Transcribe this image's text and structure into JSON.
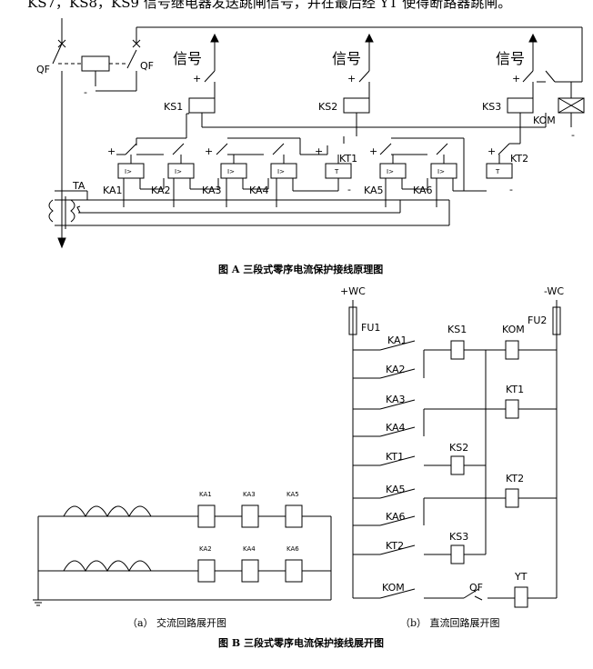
{
  "top_line_text": "KS7，KS8，KS9 信号继电器发送跳闸信号，并在最后经 YT 使得断路器跳闸。",
  "figA": {
    "caption": "图 A  三段式零序电流保护接线原理图",
    "labels": {
      "qf_left": "QF",
      "qf_right": "QF",
      "signal": "信号",
      "ks1": "KS1",
      "ks2": "KS2",
      "ks3": "KS3",
      "kom": "KOM",
      "kt1": "KT1",
      "kt2": "KT2",
      "ta": "TA",
      "ka1": "KA1",
      "ka2": "KA2",
      "ka3": "KA3",
      "ka4": "KA4",
      "ka5": "KA5",
      "ka6": "KA6",
      "relay_i": "I>",
      "relay_t": "T",
      "plus": "+",
      "minus": "-"
    }
  },
  "figB": {
    "caption": "图 B  三段式零序电流保护接线展开图",
    "sub_a": "（a） 交流回路展开图",
    "sub_b": "（b） 直流回路展开图",
    "ac": {
      "ka1": "KA1",
      "ka3": "KA3",
      "ka5": "KA5",
      "ka2": "KA2",
      "ka4": "KA4",
      "ka6": "KA6"
    },
    "dc": {
      "plus_wc": "+WC",
      "minus_wc": "-WC",
      "fu1": "FU1",
      "fu2": "FU2",
      "ka1": "KA1",
      "ka2": "KA2",
      "ka3": "KA3",
      "ka4": "KA4",
      "kt1": "KT1",
      "ka5": "KA5",
      "ka6": "KA6",
      "kt2": "KT2",
      "kom_contact": "KOM",
      "ks1": "KS1",
      "kom_coil": "KOM",
      "kt1_coil": "KT1",
      "ks2": "KS2",
      "kt2_coil": "KT2",
      "ks3": "KS3",
      "qf": "QF",
      "yt": "YT"
    }
  }
}
